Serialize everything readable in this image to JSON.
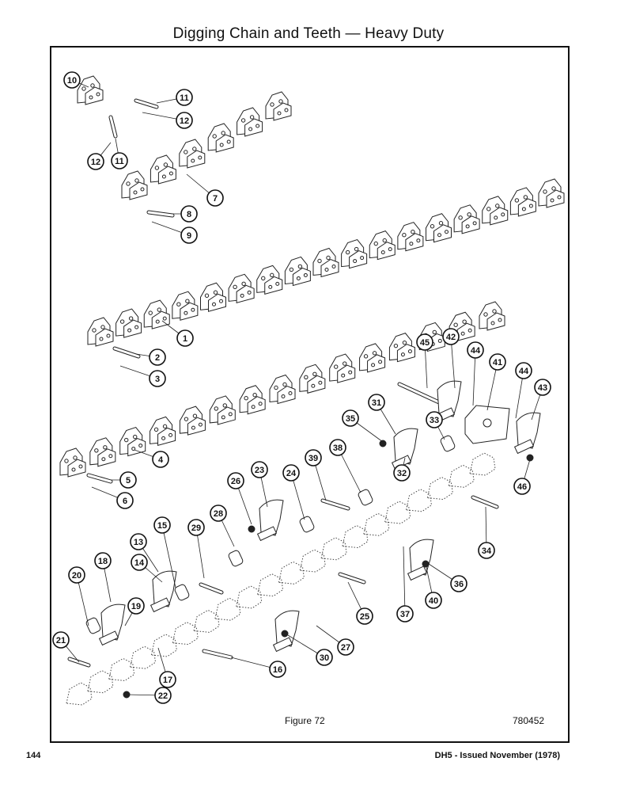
{
  "page": {
    "title": "Digging Chain and Teeth — Heavy Duty",
    "figure_caption": "Figure 72",
    "drawing_number": "780452",
    "page_number": "144",
    "issued": "DH5 - Issued November (1978)"
  },
  "callouts": [
    "1",
    "2",
    "3",
    "4",
    "5",
    "6",
    "7",
    "8",
    "9",
    "10",
    "11",
    "11",
    "12",
    "12",
    "13",
    "14",
    "15",
    "16",
    "17",
    "18",
    "19",
    "20",
    "21",
    "22",
    "23",
    "24",
    "25",
    "26",
    "27",
    "28",
    "29",
    "30",
    "31",
    "32",
    "33",
    "34",
    "35",
    "36",
    "37",
    "38",
    "39",
    "40",
    "41",
    "42",
    "43",
    "44",
    "44",
    "45",
    "46"
  ]
}
